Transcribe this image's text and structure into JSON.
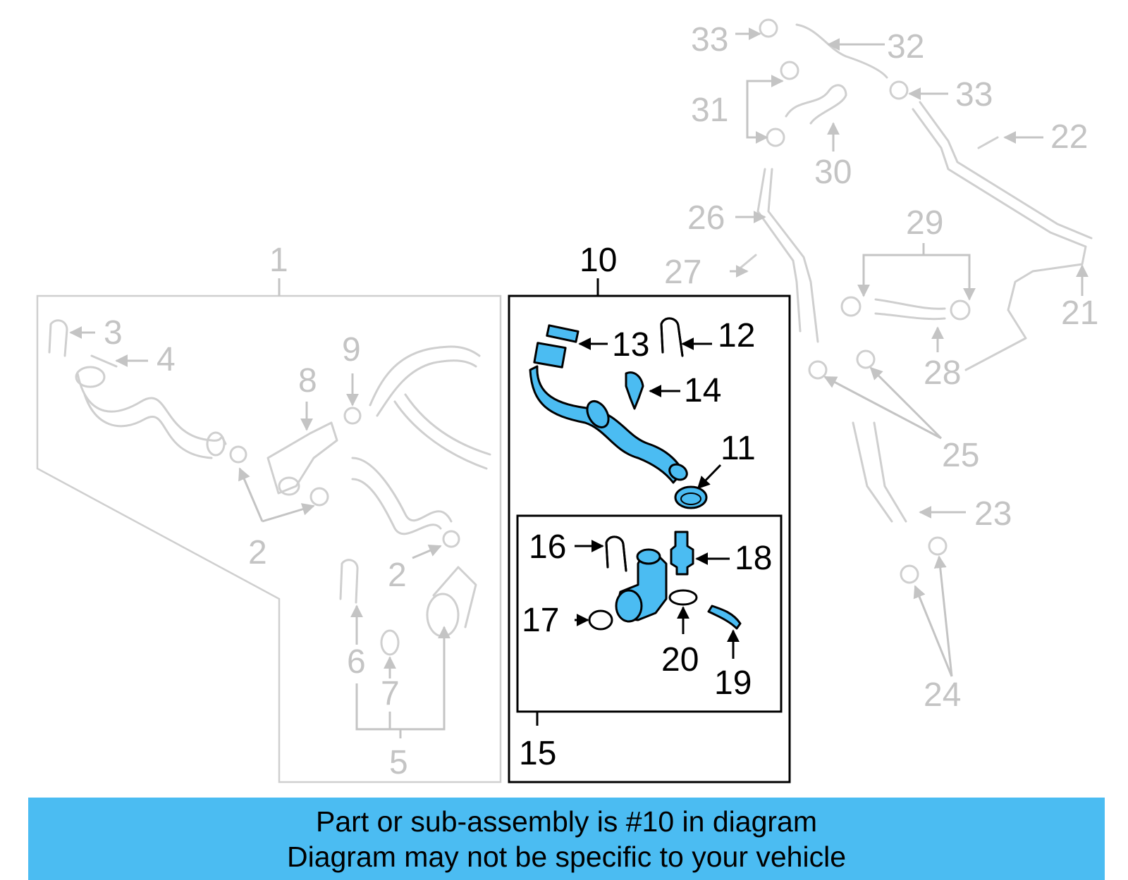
{
  "banner": {
    "line1": "Part or sub-assembly is #10 in diagram",
    "line2": "Diagram may not be specific to your vehicle"
  },
  "colors": {
    "highlight": "#4bbcf2",
    "ghost": "#c4c4c4",
    "outline": "#000000"
  },
  "callouts": {
    "c1": "1",
    "c2a": "2",
    "c2b": "2",
    "c3": "3",
    "c4": "4",
    "c5": "5",
    "c6": "6",
    "c7": "7",
    "c8": "8",
    "c9": "9",
    "c10": "10",
    "c11": "11",
    "c12": "12",
    "c13": "13",
    "c14": "14",
    "c15": "15",
    "c16": "16",
    "c17": "17",
    "c18": "18",
    "c19": "19",
    "c20": "20",
    "c21": "21",
    "c22": "22",
    "c23": "23",
    "c24": "24",
    "c25": "25",
    "c26": "26",
    "c27": "27",
    "c28": "28",
    "c29": "29",
    "c30": "30",
    "c31": "31",
    "c32": "32",
    "c33a": "33",
    "c33b": "33"
  }
}
